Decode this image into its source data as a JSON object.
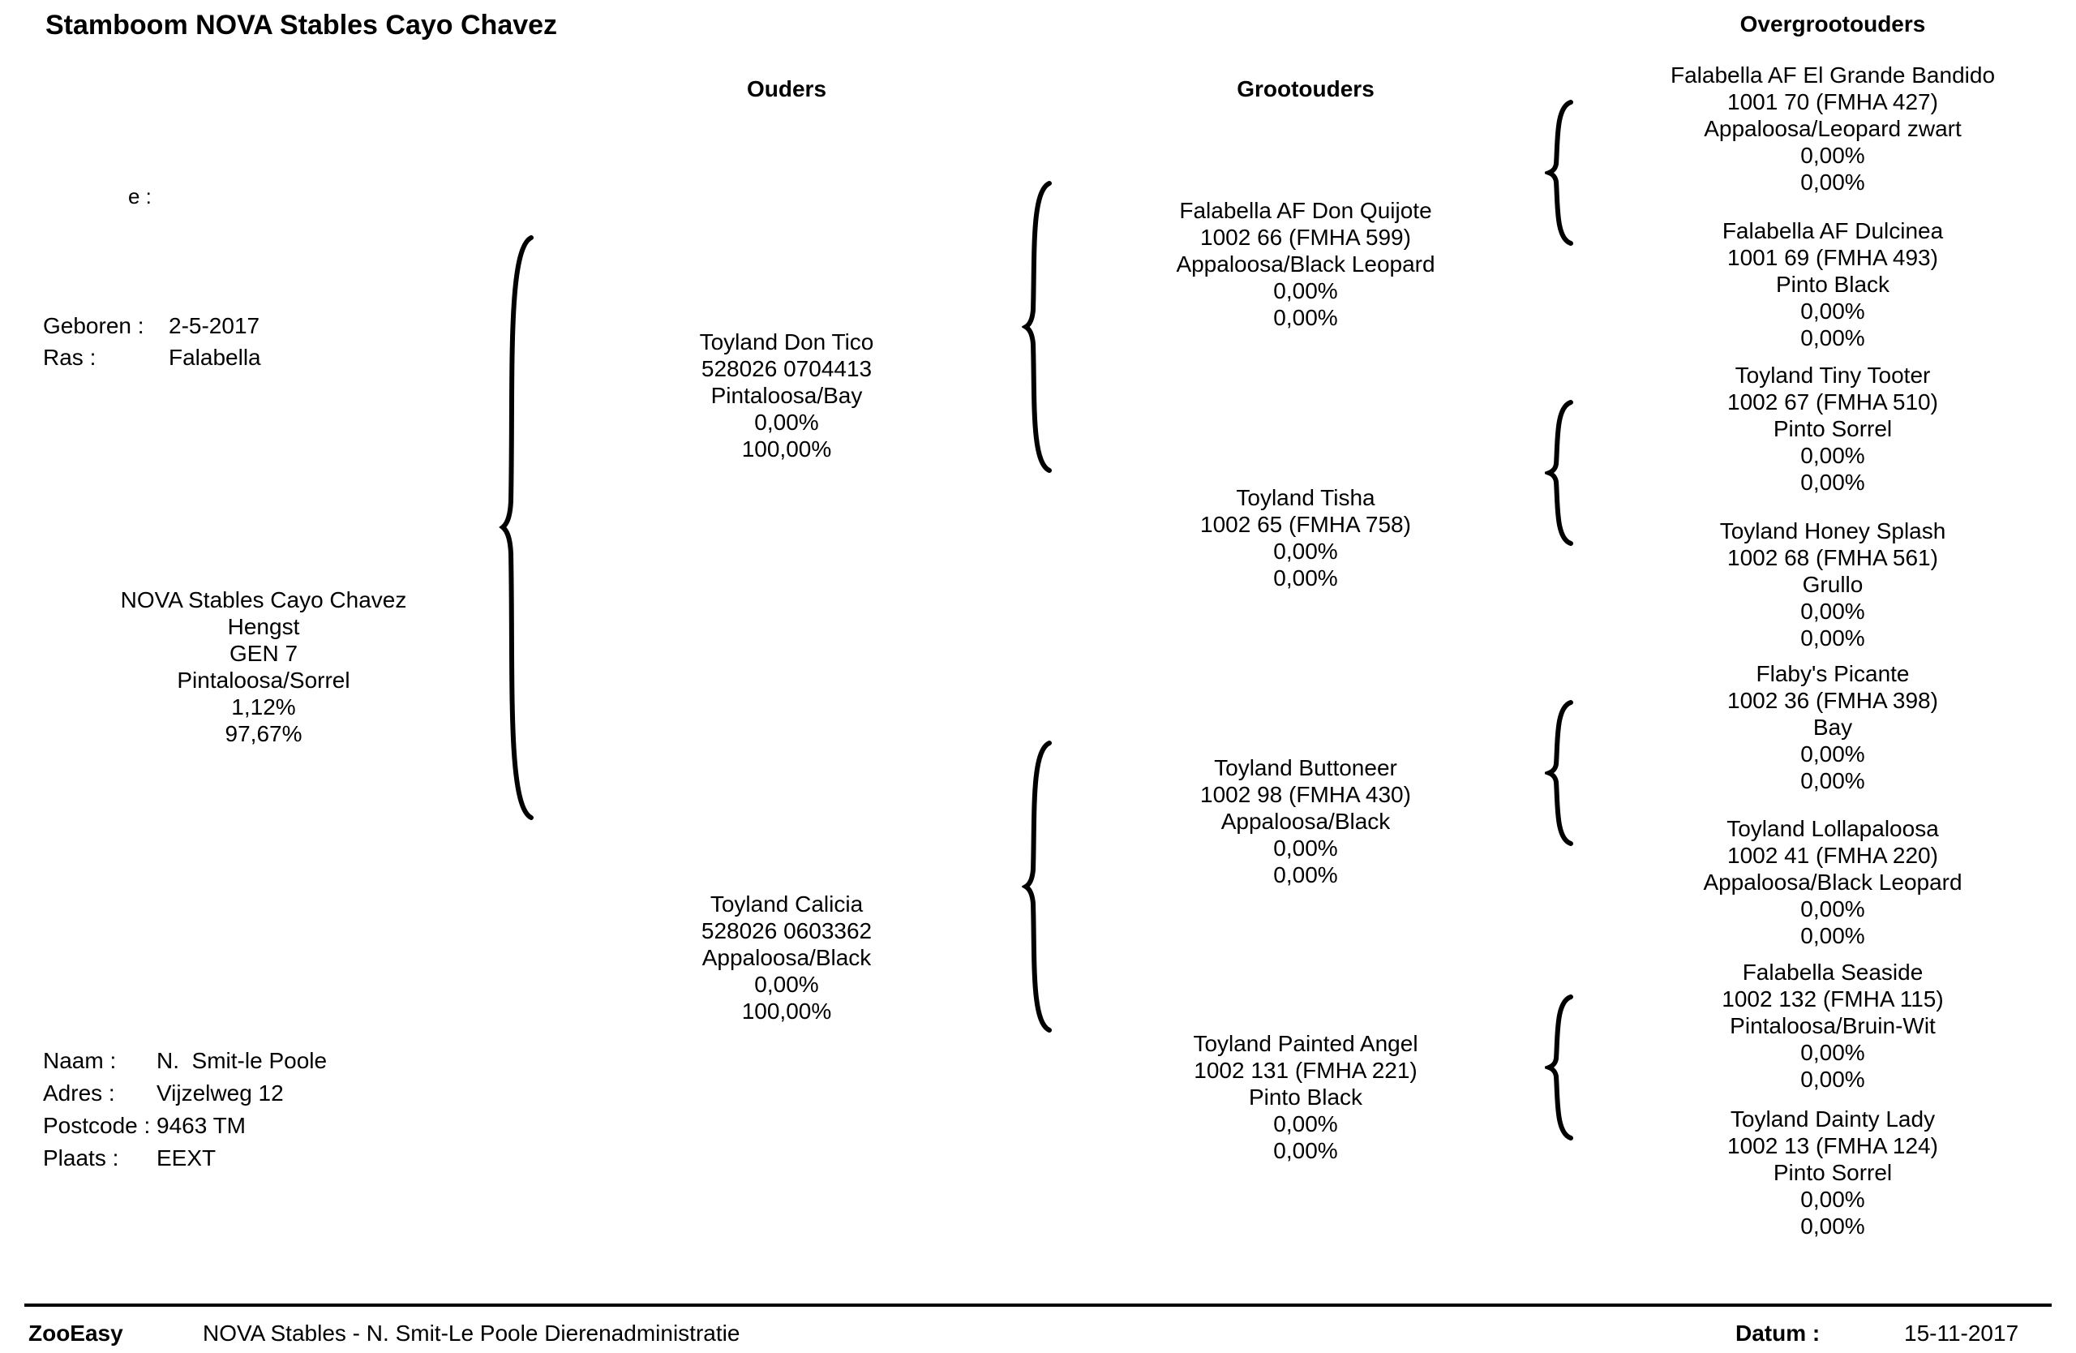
{
  "title": "Stamboom NOVA Stables Cayo Chavez",
  "headers": {
    "parents": "Ouders",
    "grandparents": "Grootouders",
    "great_grandparents": "Overgrootouders"
  },
  "stray_label": "е :",
  "animal_info": {
    "born_label": "Geboren :",
    "born_value": "2-5-2017",
    "breed_label": "Ras :",
    "breed_value": "Falabella"
  },
  "subject": {
    "name": "NOVA Stables Cayo Chavez",
    "sex": "Hengst",
    "gen": "GEN 7",
    "color": "Pintaloosa/Sorrel",
    "pct1": "1,12%",
    "pct2": "97,67%"
  },
  "owner": {
    "name_label": "Naam :",
    "name_value": "N.  Smit-le Poole",
    "address_label": "Adres :",
    "address_value": "Vijzelweg 12",
    "postcode_label": "Postcode :",
    "postcode_value": "9463 TM",
    "city_label": "Plaats :",
    "city_value": "EEXT"
  },
  "parents": [
    {
      "name": "Toyland Don Tico",
      "reg": "528026 0704413",
      "color": "Pintaloosa/Bay",
      "pct1": "0,00%",
      "pct2": "100,00%"
    },
    {
      "name": "Toyland Calicia",
      "reg": "528026 0603362",
      "color": "Appaloosa/Black",
      "pct1": "0,00%",
      "pct2": "100,00%"
    }
  ],
  "grandparents": [
    {
      "name": "Falabella AF Don Quijote",
      "reg": "1002 66 (FMHA 599)",
      "color": "Appaloosa/Black Leopard",
      "pct1": "0,00%",
      "pct2": "0,00%"
    },
    {
      "name": "Toyland Tisha",
      "reg": "1002 65 (FMHA 758)",
      "color": "",
      "pct1": "0,00%",
      "pct2": "0,00%"
    },
    {
      "name": "Toyland Buttoneer",
      "reg": "1002 98 (FMHA 430)",
      "color": "Appaloosa/Black",
      "pct1": "0,00%",
      "pct2": "0,00%"
    },
    {
      "name": "Toyland Painted Angel",
      "reg": "1002 131 (FMHA 221)",
      "color": "Pinto Black",
      "pct1": "0,00%",
      "pct2": "0,00%"
    }
  ],
  "great_grandparents": [
    {
      "name": "Falabella AF El Grande Bandido",
      "reg": "1001 70 (FMHA 427)",
      "color": "Appaloosa/Leopard zwart",
      "pct1": "0,00%",
      "pct2": "0,00%"
    },
    {
      "name": "Falabella AF Dulcinea",
      "reg": "1001 69 (FMHA 493)",
      "color": "Pinto Black",
      "pct1": "0,00%",
      "pct2": "0,00%"
    },
    {
      "name": "Toyland Tiny Tooter",
      "reg": "1002 67 (FMHA 510)",
      "color": "Pinto Sorrel",
      "pct1": "0,00%",
      "pct2": "0,00%"
    },
    {
      "name": "Toyland Honey Splash",
      "reg": "1002 68 (FMHA 561)",
      "color": "Grullo",
      "pct1": "0,00%",
      "pct2": "0,00%"
    },
    {
      "name": "Flaby's Picante",
      "reg": "1002 36 (FMHA 398)",
      "color": "Bay",
      "pct1": "0,00%",
      "pct2": "0,00%"
    },
    {
      "name": "Toyland Lollapaloosa",
      "reg": "1002 41 (FMHA 220)",
      "color": "Appaloosa/Black Leopard",
      "pct1": "0,00%",
      "pct2": "0,00%"
    },
    {
      "name": "Falabella Seaside",
      "reg": "1002 132 (FMHA 115)",
      "color": "Pintaloosa/Bruin-Wit",
      "pct1": "0,00%",
      "pct2": "0,00%"
    },
    {
      "name": "Toyland Dainty Lady",
      "reg": "1002 13 (FMHA 124)",
      "color": "Pinto Sorrel",
      "pct1": "0,00%",
      "pct2": "0,00%"
    }
  ],
  "footer": {
    "brand": "ZooEasy",
    "org": "NOVA Stables - N. Smit-Le Poole Dierenadministratie",
    "date_label": "Datum :",
    "date_value": "15-11-2017"
  }
}
